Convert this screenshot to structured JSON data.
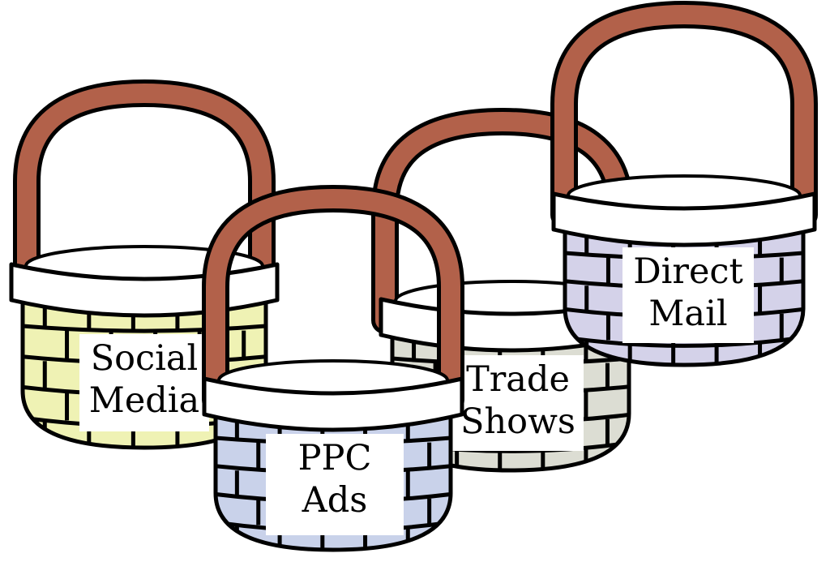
{
  "colors": {
    "outline": "#000000",
    "handle": "#b2614a",
    "rim": "#ffffff",
    "label_bg": "#ffffff"
  },
  "baskets": [
    {
      "id": "social-media",
      "label_lines": [
        "Social",
        "Media"
      ],
      "body_color": "#eff2b4"
    },
    {
      "id": "ppc-ads",
      "label_lines": [
        "PPC",
        "Ads"
      ],
      "body_color": "#c9d2ea"
    },
    {
      "id": "trade-shows",
      "label_lines": [
        "Trade",
        "Shows"
      ],
      "body_color": "#dcddd3"
    },
    {
      "id": "direct-mail",
      "label_lines": [
        "Direct",
        "Mail"
      ],
      "body_color": "#d4d2e9"
    }
  ]
}
